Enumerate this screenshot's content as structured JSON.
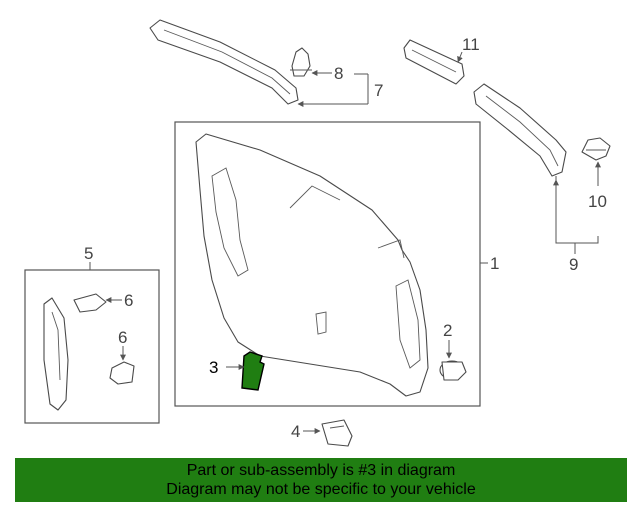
{
  "callouts": {
    "c1": "1",
    "c2": "2",
    "c3": "3",
    "c4": "4",
    "c5": "5",
    "c6a": "6",
    "c6b": "6",
    "c7": "7",
    "c8": "8",
    "c9": "9",
    "c10": "10",
    "c11": "11"
  },
  "highlight_color": "#207e12",
  "banner": {
    "line1": "Part or sub-assembly is #3 in diagram",
    "line2": "Diagram may not be specific to your vehicle"
  }
}
